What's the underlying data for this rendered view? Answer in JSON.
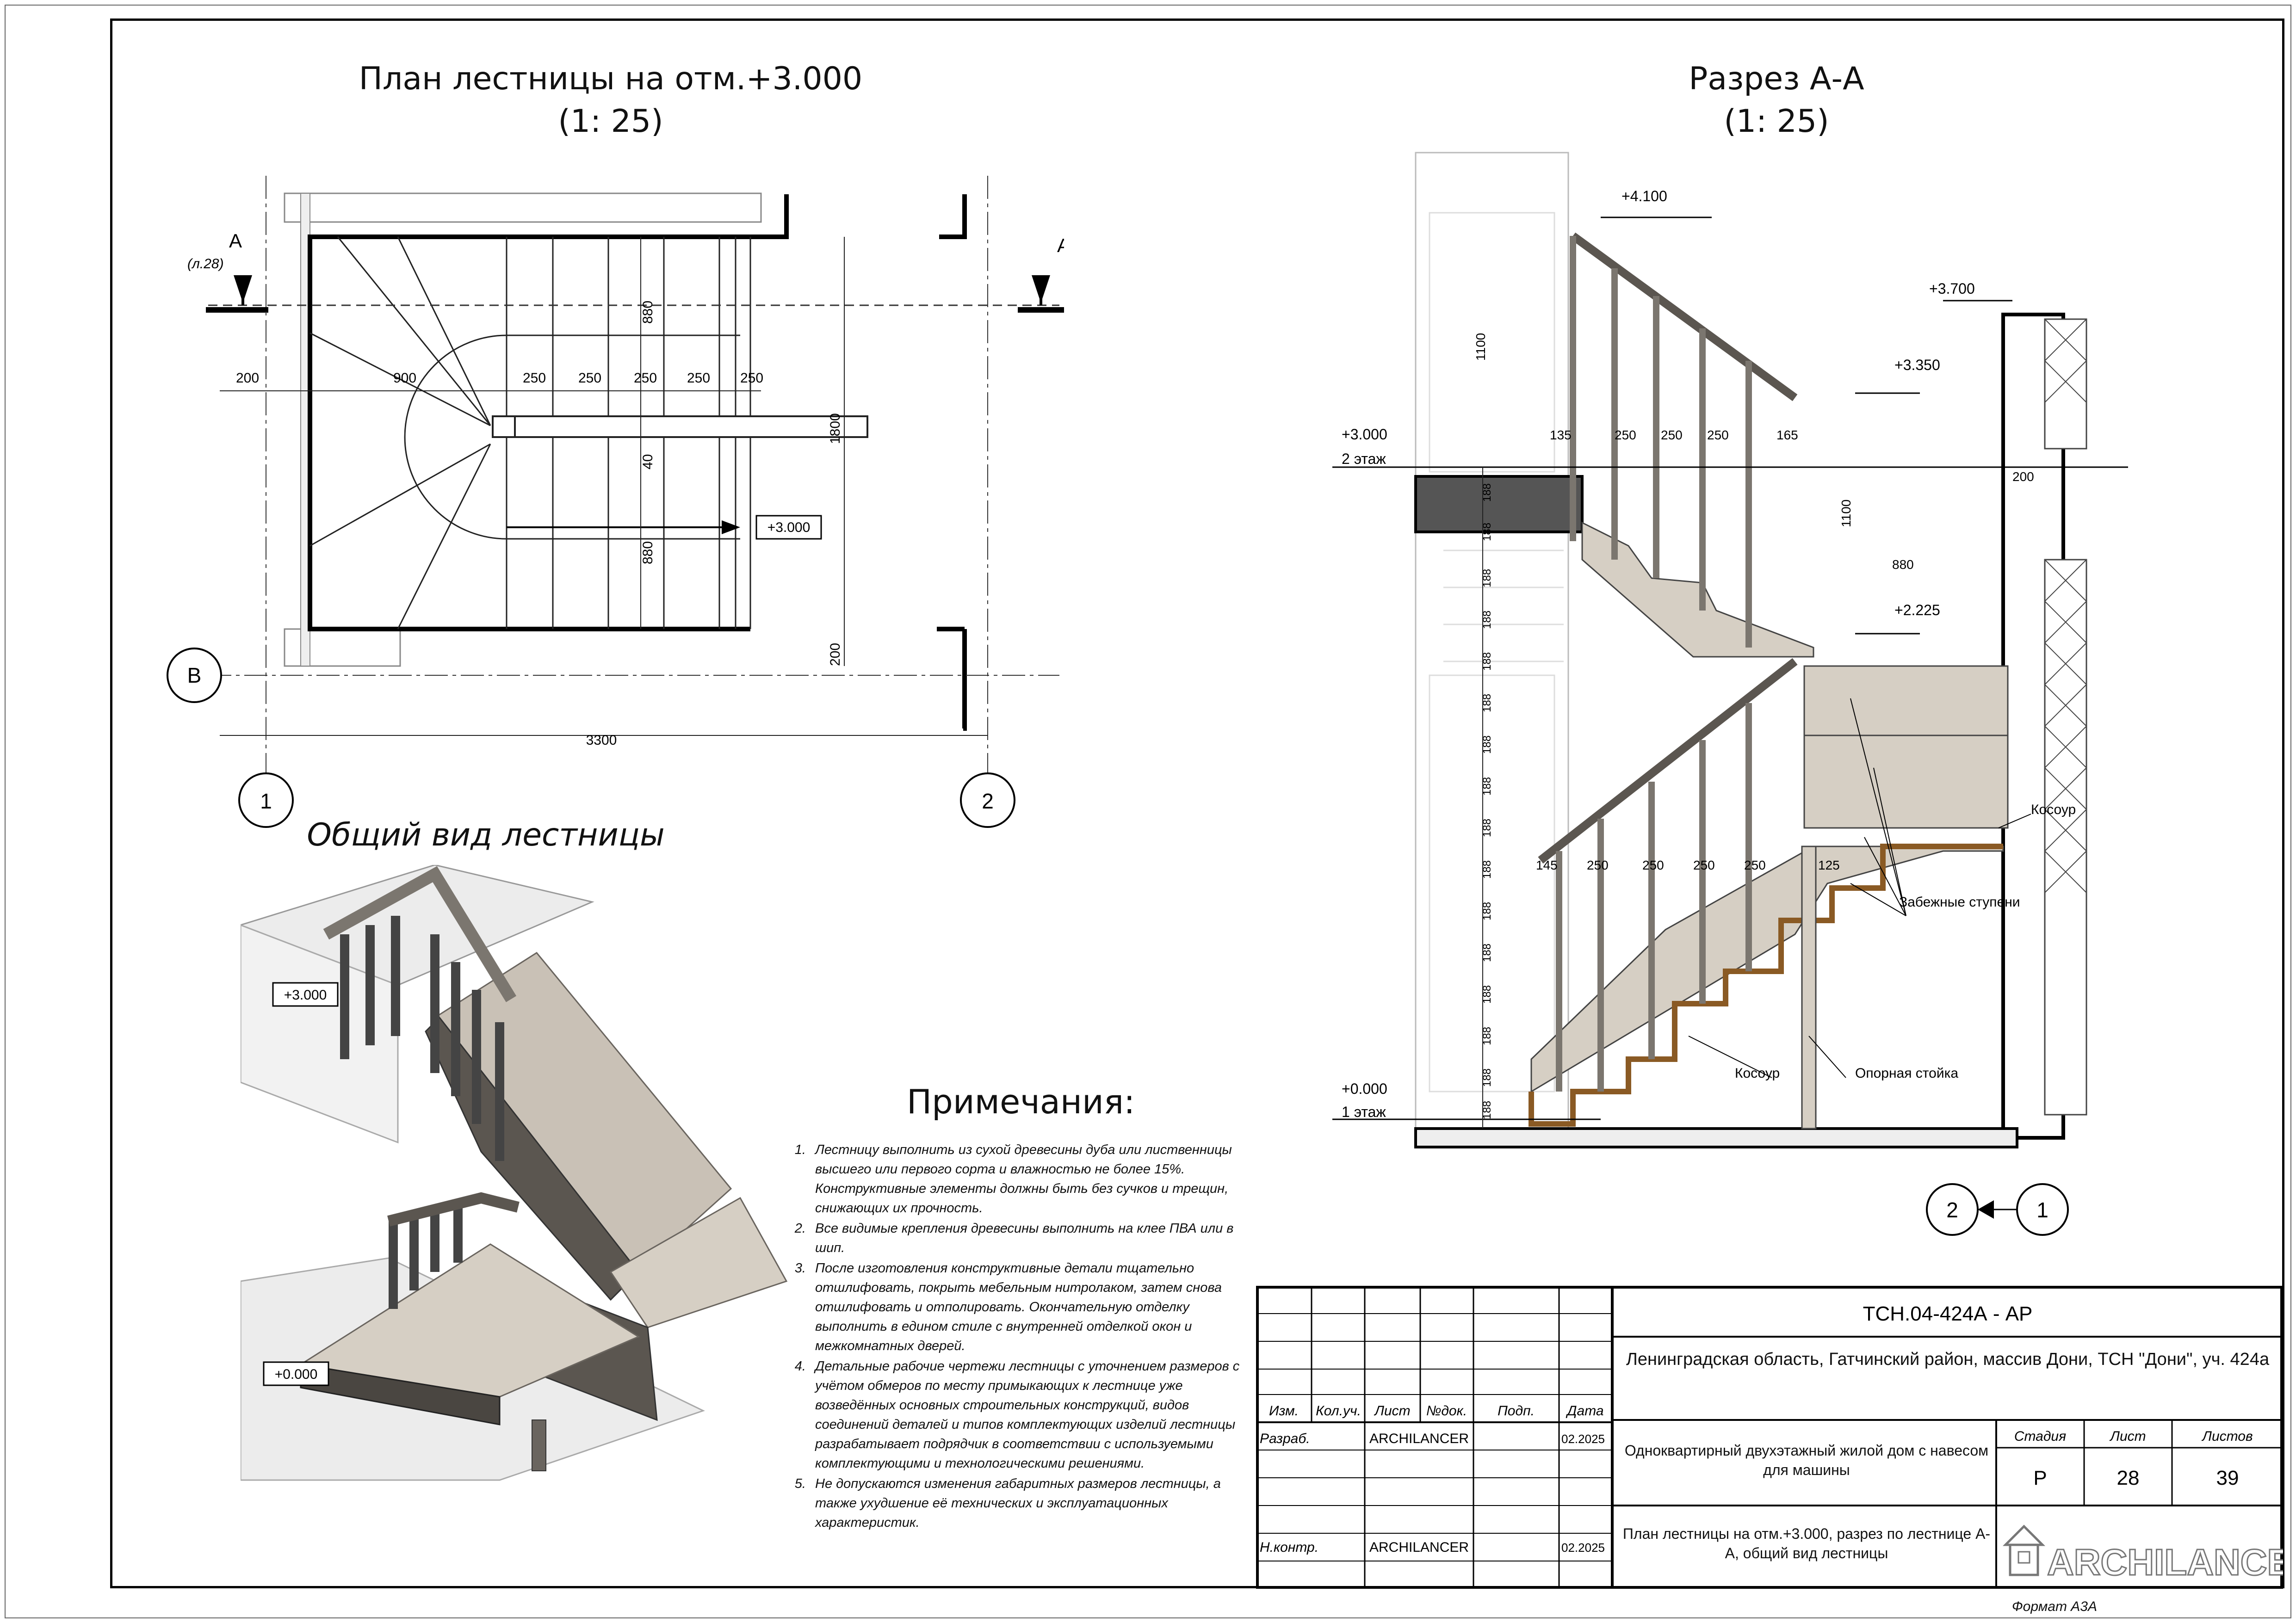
{
  "plan": {
    "title": "План лестницы на отм.+3.000",
    "scale": "(1: 25)",
    "section_mark": "А",
    "section_ref": "(л.28)",
    "axis_1": "1",
    "axis_2": "2",
    "axis_B": "В",
    "dims": {
      "d200_left": "200",
      "d900": "900",
      "d250": "250",
      "d880_top": "880",
      "d40": "40",
      "d880_bottom": "880",
      "d1800": "1800",
      "d200_right": "200",
      "d3300": "3300"
    },
    "level": "+3.000"
  },
  "section": {
    "title": "Разрез А-А",
    "scale": "(1: 25)",
    "levels": {
      "l4100": "+4.100",
      "l3700": "+3.700",
      "l3350": "+3.350",
      "l3000": "+3.000",
      "floor2": "2 этаж",
      "l2225": "+2.225",
      "l0000": "+0.000",
      "floor1": "1 этаж"
    },
    "dims": {
      "d1100_top": "1100",
      "d1100_right": "1100",
      "d135": "135",
      "d250": "250",
      "d165": "165",
      "d200": "200",
      "d880": "880",
      "d145": "145",
      "d125": "125",
      "riser": "188"
    },
    "labels": {
      "stringer_right": "Косоур",
      "winder_steps": "Забежные ступени",
      "stringer_bottom": "Косоур",
      "support_post": "Опорная стойка"
    },
    "axis_2": "2",
    "axis_1": "1"
  },
  "view3d": {
    "title": "Общий вид лестницы",
    "level_top": "+3.000",
    "level_bottom": "+0.000"
  },
  "notes": {
    "title": "Примечания:",
    "items": [
      "Лестницу выполнить из сухой древесины дуба или лиственницы высшего или первого сорта и влажностью не более 15%. Конструктивные элементы должны быть без сучков и трещин, снижающих их прочность.",
      "Все видимые крепления древесины выполнить на клее ПВА или в шип.",
      "После изготовления конструктивные детали тщательно отшлифовать, покрыть мебельным нитролаком, затем снова отшлифовать и отполировать. Окончательную отделку выполнить в едином стиле с внутренней отделкой окон и межкомнатных дверей.",
      "Детальные рабочие чертежи лестницы с уточнением размеров с учётом обмеров по месту примыкающих к лестнице уже возведённых основных строительных конструкций, видов соединений деталей и типов комплектующих изделий лестницы разрабатывает подрядчик в соответствии с используемыми комплектующими и технологическими решениями.",
      "Не допускаются изменения габаритных размеров лестницы, а также ухудшение её технических и эксплуатационных характеристик."
    ]
  },
  "stamp": {
    "code": "ТСН.04-424А - АР",
    "address": "Ленинградская область, Гатчинский район, массив Дони, ТСН \"Дони\", уч. 424а",
    "building": "Одноквартирный двухэтажный жилой дом с навесом для машины",
    "sheet_title": "План лестницы на отм.+3.000, разрез по лестнице А-А, общий вид лестницы",
    "col_izm": "Изм.",
    "col_kolch": "Кол.уч.",
    "col_list": "Лист",
    "col_ndok": "№док.",
    "col_podp": "Подп.",
    "col_data": "Дата",
    "razrab": "Разраб.",
    "razrab_name": "ARCHILANCER",
    "razrab_date": "02.2025",
    "nkontr": "Н.контр.",
    "nkontr_name": "ARCHILANCER",
    "nkontr_date": "02.2025",
    "stadia_label": "Стадия",
    "list_label": "Лист",
    "listov_label": "Листов",
    "stadia": "Р",
    "list": "28",
    "listov": "39",
    "logo": "ARCHILANCER"
  },
  "format": "Формат А3А",
  "colors": {
    "wood": "#d6cfc4",
    "wood_dark": "#5b5650",
    "stringer": "#8a5a24",
    "hatch": "#444444"
  }
}
